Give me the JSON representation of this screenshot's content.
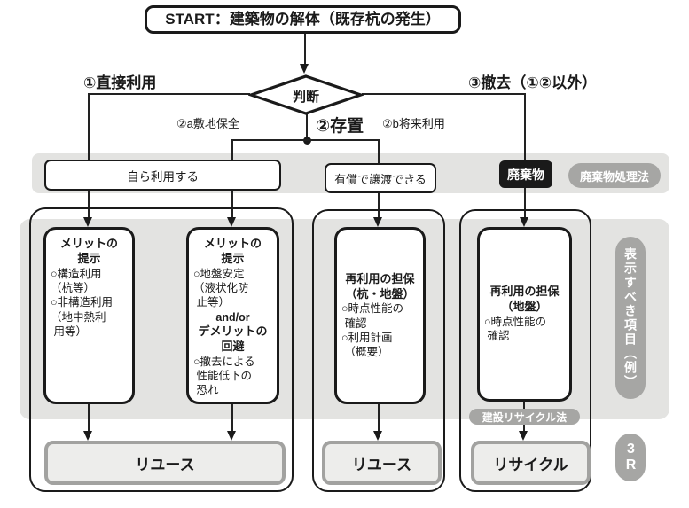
{
  "flow": {
    "start": "START：建築物の解体（既存杭の発生）",
    "decision": "判断",
    "branch1": "①直接利用",
    "branch2": "②存置",
    "branch2a": "②a敷地保全",
    "branch2b": "②b将来利用",
    "branch3": "③撤去（①②以外）"
  },
  "band": {
    "self_use": "自ら利用する",
    "transfer": "有償で譲渡できる",
    "waste": "廃棄物",
    "waste_law": "廃棄物処理法"
  },
  "boxes": {
    "a": {
      "title": "メリットの\n提示",
      "body": "○構造利用\n（杭等）\n○非構造利用\n（地中熱利\n 用等）"
    },
    "b": {
      "title": "メリットの\n提示",
      "body1": "○地盤安定\n（液状化防\n 止等）",
      "connector": "and/or",
      "title2": "デメリットの\n回避",
      "body2": "○撤去による\n 性能低下の\n 恐れ"
    },
    "c": {
      "title": "再利用の担保\n（杭・地盤）",
      "body": "○時点性能の\n 確認\n○利用計画\n （概要）"
    },
    "d": {
      "title": "再利用の担保\n（地盤）",
      "body": "○時点性能の\n 確認"
    }
  },
  "outcomes": {
    "reuse_left": "リユース",
    "reuse_mid": "リユース",
    "recycle": "リサイクル"
  },
  "side": {
    "display_items": "表示すべき項目（例）",
    "three_r": "3R",
    "recycle_law": "建設リサイクル法"
  },
  "colors": {
    "panel_gray": "#e3e3e1",
    "pill_gray": "#a6a6a4",
    "ink": "#1a1a1a",
    "outcome_fill": "#ededeb",
    "outcome_border": "#a2a2a0"
  }
}
